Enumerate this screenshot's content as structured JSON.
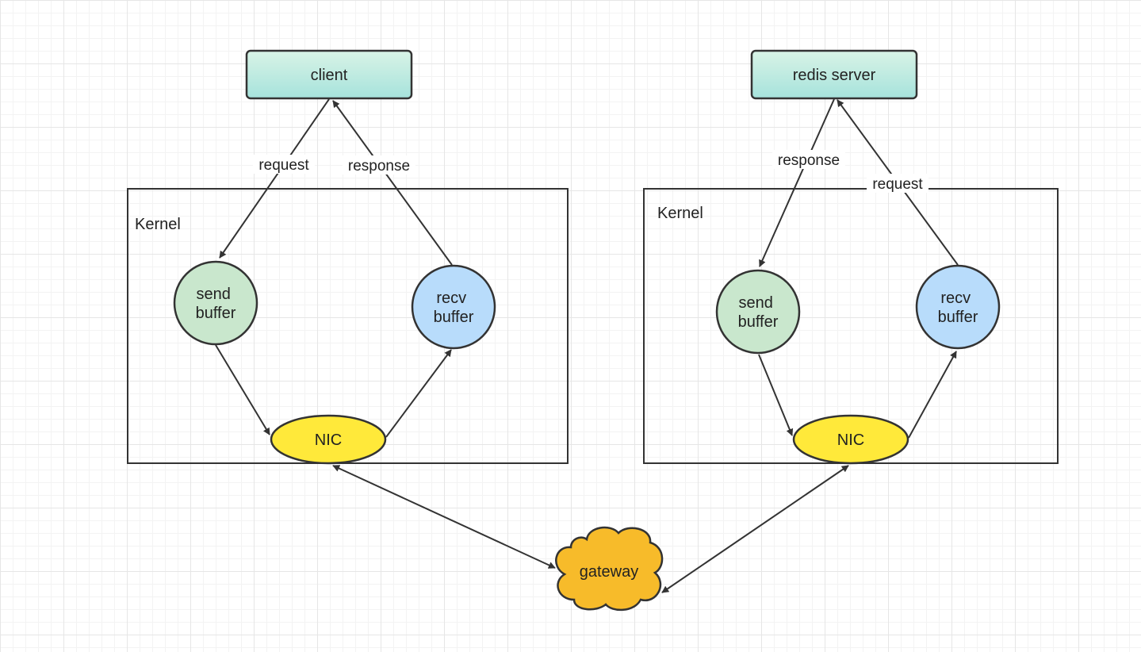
{
  "nodes": {
    "client": "client",
    "redis_server": "redis server",
    "left_kernel": "Kernel",
    "right_kernel": "Kernel",
    "left_send": [
      "send",
      "buffer"
    ],
    "left_recv": [
      "recv",
      "buffer"
    ],
    "right_send": [
      "send",
      "buffer"
    ],
    "right_recv": [
      "recv",
      "buffer"
    ],
    "left_nic": "NIC",
    "right_nic": "NIC",
    "gateway": "gateway"
  },
  "edges": {
    "left_request": "request",
    "left_response": "response",
    "right_response": "response",
    "right_request": "request"
  },
  "colors": {
    "top_box_gradient_top": "#d5f2e6",
    "top_box_gradient_bottom": "#a8e4dc",
    "send_buffer": "#c9e7cd",
    "recv_buffer": "#b8dcfb",
    "nic": "#ffe93a",
    "gateway": "#f7bb2a",
    "stroke": "#333333"
  }
}
